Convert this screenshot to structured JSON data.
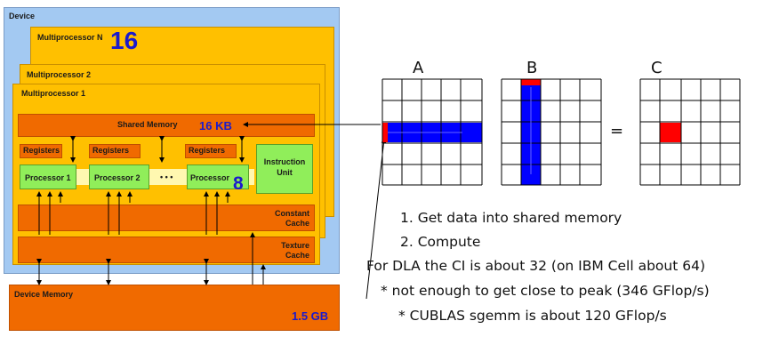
{
  "gpu": {
    "device_label": "Device",
    "mp_n_label": "Multiprocessor N",
    "mp_count": "16",
    "mp2_label": "Multiprocessor 2",
    "mp1_label": "Multiprocessor 1",
    "shared_memory_label": "Shared Memory",
    "shared_memory_size": "16 KB",
    "registers_label": "Registers",
    "processor1_label": "Processor 1",
    "processor2_label": "Processor 2",
    "processorM_label": "Processor",
    "processor_count": "8",
    "ellipsis": "• • •",
    "instruction_unit_label": "Instruction Unit",
    "constant_cache_label": "Constant Cache",
    "texture_cache_label": "Texture Cache",
    "device_memory_label": "Device Memory",
    "device_memory_size": "1.5 GB"
  },
  "matrices": {
    "a_label": "A",
    "b_label": "B",
    "c_label": "C",
    "equals": "="
  },
  "notes": {
    "line1": "1. Get data into shared memory",
    "line2": "2. Compute",
    "line3": "For DLA the CI is about 32 (on IBM Cell about 64)",
    "line4": "* not enough to get close to peak (346 GFlop/s)",
    "line5": "* CUBLAS sgemm is about 120 GFlop/s"
  },
  "colors": {
    "device_blue": "#a3c9f2",
    "multiprocessor_yellow": "#ffc000",
    "memory_orange": "#f06a00",
    "processor_green": "#90ee5a",
    "highlight_blue": "#0000ff",
    "highlight_red": "#ff0000"
  }
}
